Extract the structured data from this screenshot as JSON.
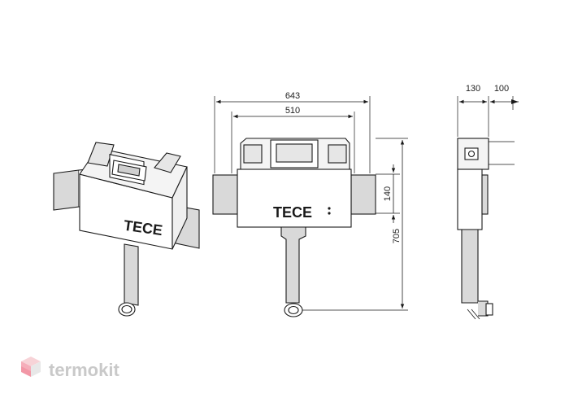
{
  "brand": {
    "logo_text": "TECE"
  },
  "dimensions": {
    "overall_width": "643",
    "inner_width": "510",
    "side_depth_1": "130",
    "side_depth_2": "100",
    "bracket_height": "140",
    "total_height": "705"
  },
  "watermark": {
    "text": "termokit"
  },
  "colors": {
    "line": "#1a1a1a",
    "panel": "#d9d9d9",
    "watermark": "#c9c9c9",
    "logo_accent": "#e9435f"
  }
}
